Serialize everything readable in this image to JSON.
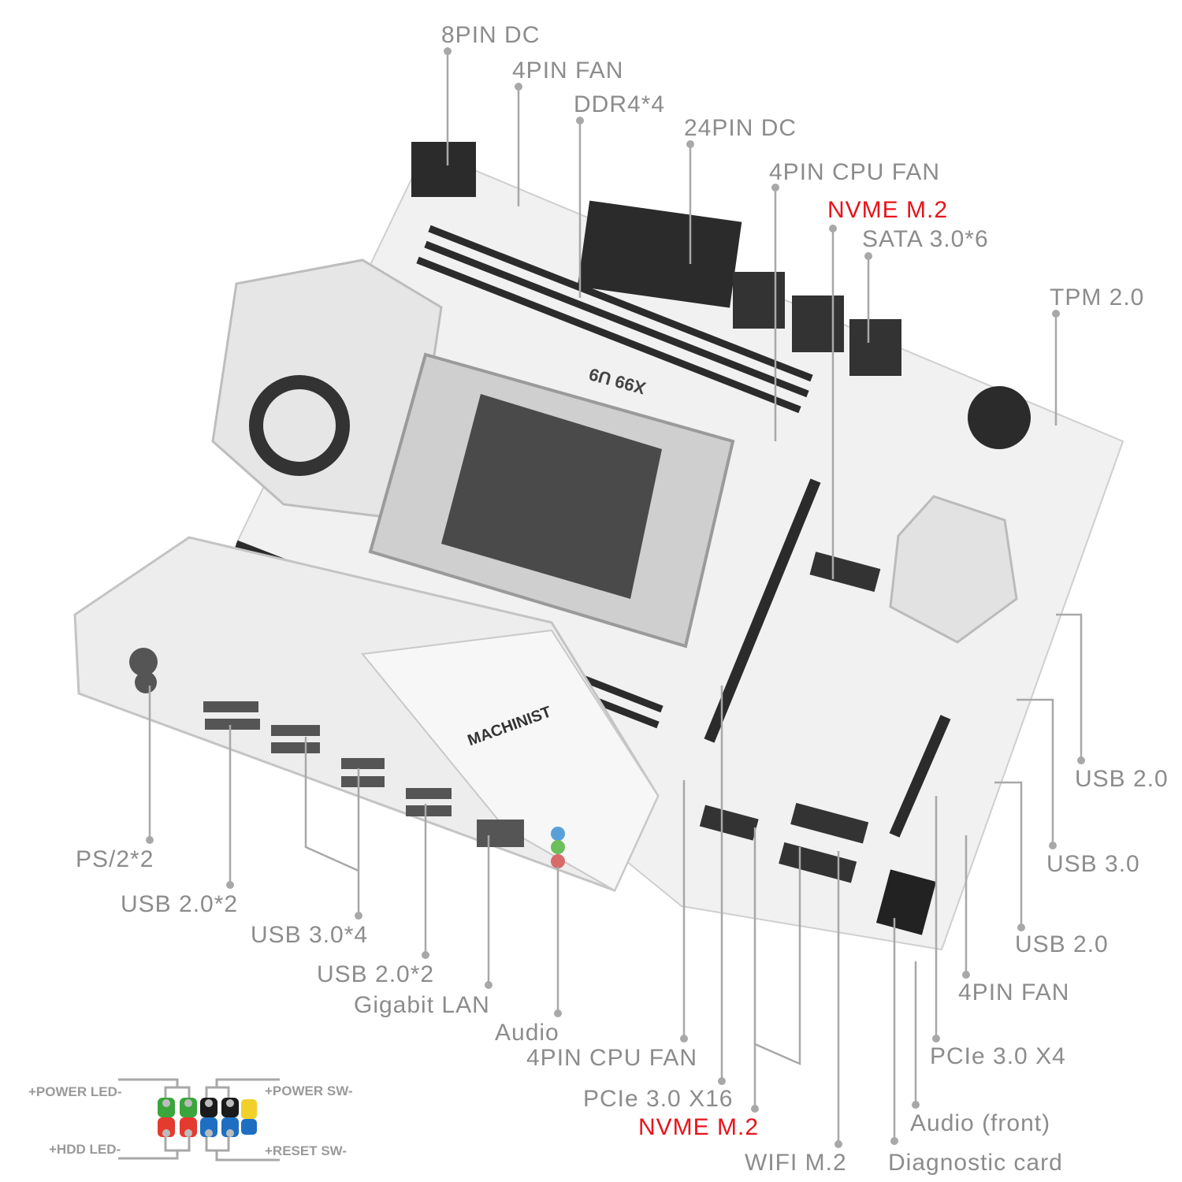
{
  "labels": {
    "pin8_dc": "8PIN DC",
    "fan4_top": "4PIN FAN",
    "ddr4": "DDR4*4",
    "pin24_dc": "24PIN DC",
    "cpu_fan_top": "4PIN CPU FAN",
    "nvme_top": "NVME M.2",
    "sata": "SATA 3.0*6",
    "tpm": "TPM 2.0",
    "usb20_right": "USB 2.0",
    "usb30_right": "USB 3.0",
    "usb20_right2": "USB 2.0",
    "fan4_right": "4PIN FAN",
    "pcie_x4": "PCIe 3.0 X4",
    "audio_front": "Audio (front)",
    "diag": "Diagnostic card",
    "wifi": "WIFI M.2",
    "nvme_bottom": "NVME M.2",
    "pcie_x16": "PCIe 3.0 X16",
    "cpu_fan_bottom": "4PIN CPU FAN",
    "audio": "Audio",
    "lan": "Gigabit LAN",
    "usb20_io2": "USB 2.0*2",
    "usb30_io": "USB 3.0*4",
    "usb20_io1": "USB 2.0*2",
    "ps2": "PS/2*2"
  },
  "front_panel": {
    "power_led": "+POWER LED-",
    "hdd_led": "+HDD LED-",
    "power_sw": "+POWER SW-",
    "reset_sw": "+RESET SW-"
  },
  "board": {
    "model": "X99 U9",
    "brand": "MACHINIST"
  },
  "colors": {
    "label": "#8c8c8c",
    "highlight": "#e8141b",
    "board": "#f2f2f2",
    "connector": "#2b2b2b"
  }
}
